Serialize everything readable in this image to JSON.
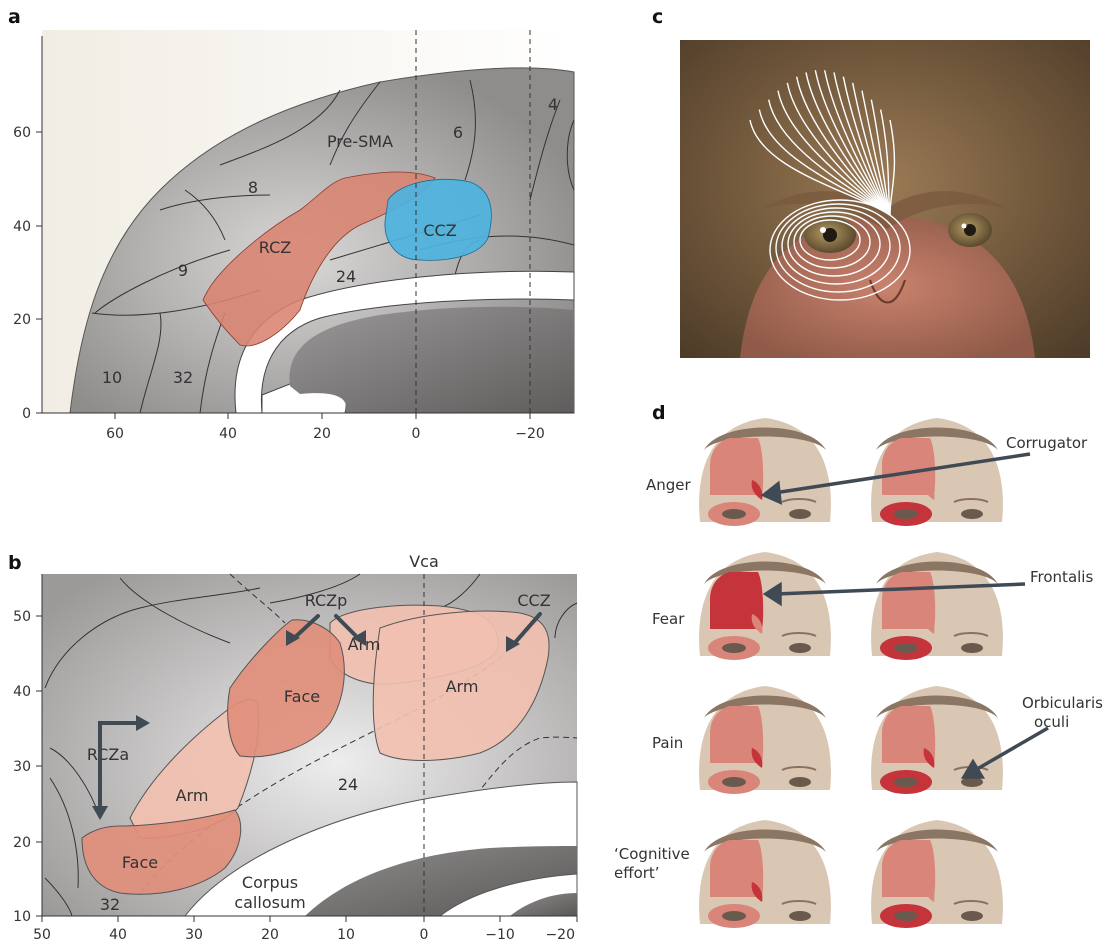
{
  "panels": {
    "a": "a",
    "b": "b",
    "c": "c",
    "d": "d"
  },
  "panel_a": {
    "y_ticks": [
      "60",
      "40",
      "20",
      "0"
    ],
    "x_ticks": [
      "60",
      "40",
      "20",
      "0",
      "−20"
    ],
    "regions": {
      "pre_sma": "Pre-SMA",
      "area6": "6",
      "area4": "4",
      "area8": "8",
      "rcz": "RCZ",
      "ccz": "CCZ",
      "area9": "9",
      "area24": "24",
      "area10": "10",
      "area32": "32"
    },
    "colors": {
      "rcz": "#d9836f",
      "ccz": "#4db3e0",
      "cortex": "#a6a4a3"
    }
  },
  "panel_b": {
    "y_ticks": [
      "50",
      "40",
      "30",
      "20",
      "10"
    ],
    "x_ticks": [
      "50",
      "40",
      "30",
      "20",
      "10",
      "0",
      "−10",
      "−20"
    ],
    "vca": "Vca",
    "labels": {
      "rczp": "RCZp",
      "ccz": "CCZ",
      "rcza": "RCZa",
      "arm1": "Arm",
      "arm2": "Arm",
      "arm3": "Arm",
      "face1": "Face",
      "face2": "Face",
      "area24": "24",
      "area32": "32",
      "corpus1": "Corpus",
      "corpus2": "callosum"
    },
    "colors": {
      "face": "#e08f7b",
      "arm": "#f2c0b0"
    }
  },
  "panel_d": {
    "rows": [
      {
        "label": "Anger"
      },
      {
        "label": "Fear"
      },
      {
        "label": "Pain"
      },
      {
        "label_line1": "‘Cognitive",
        "label_line2": "effort’"
      }
    ],
    "muscles": {
      "corrugator": "Corrugator",
      "frontalis": "Frontalis",
      "orbicularis1": "Orbicularis",
      "orbicularis2": "oculi"
    },
    "colors": {
      "light": "#d9857a",
      "dark": "#c4343a",
      "arrow": "#3f4a54"
    }
  }
}
